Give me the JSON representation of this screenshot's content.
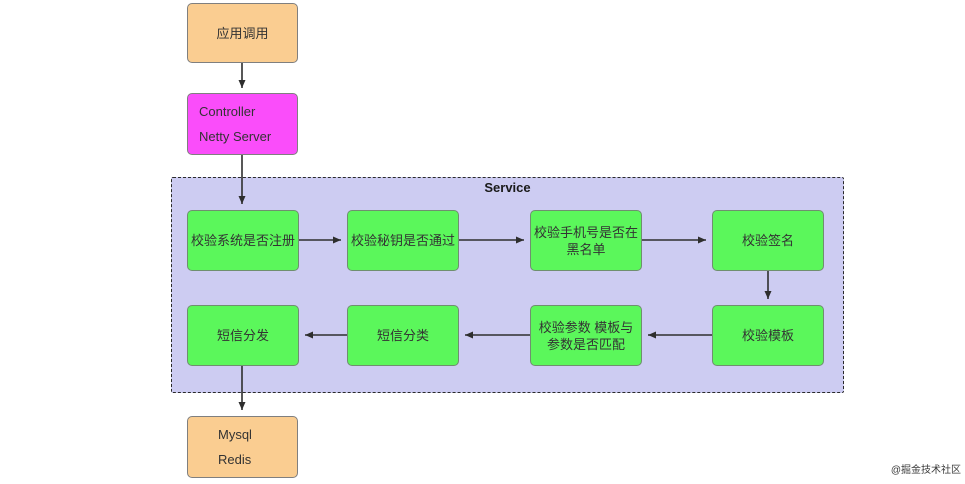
{
  "container": {
    "label": "Service"
  },
  "nodes": {
    "app_call": {
      "label": "应用调用"
    },
    "controller": {
      "label": "Controller\nNetty Server"
    },
    "validate_system": {
      "label": "校验系统是否注册"
    },
    "validate_secret": {
      "label": "校验秘钥是否通过"
    },
    "validate_phone": {
      "label": "校验手机号是否在\n黑名单"
    },
    "validate_sign": {
      "label": "校验签名"
    },
    "validate_template": {
      "label": "校验模板"
    },
    "validate_params": {
      "label": "校验参数 模板与\n参数是否匹配"
    },
    "sms_classify": {
      "label": "短信分类"
    },
    "sms_dispatch": {
      "label": "短信分发"
    },
    "storage": {
      "label": "Mysql\nRedis"
    }
  },
  "edges": [
    {
      "from": "app_call",
      "to": "controller"
    },
    {
      "from": "controller",
      "to": "validate_system"
    },
    {
      "from": "validate_system",
      "to": "validate_secret"
    },
    {
      "from": "validate_secret",
      "to": "validate_phone"
    },
    {
      "from": "validate_phone",
      "to": "validate_sign"
    },
    {
      "from": "validate_sign",
      "to": "validate_template"
    },
    {
      "from": "validate_template",
      "to": "validate_params"
    },
    {
      "from": "validate_params",
      "to": "sms_classify"
    },
    {
      "from": "sms_classify",
      "to": "sms_dispatch"
    },
    {
      "from": "sms_dispatch",
      "to": "storage"
    }
  ],
  "watermark": "@掘金技术社区",
  "colors": {
    "node_orange": "#FACD91",
    "node_magenta": "#FA4DFA",
    "node_green": "#5BF75B",
    "container_fill": "#CDCCF2",
    "arrow": "#2e2e2e",
    "text": "#333333"
  }
}
